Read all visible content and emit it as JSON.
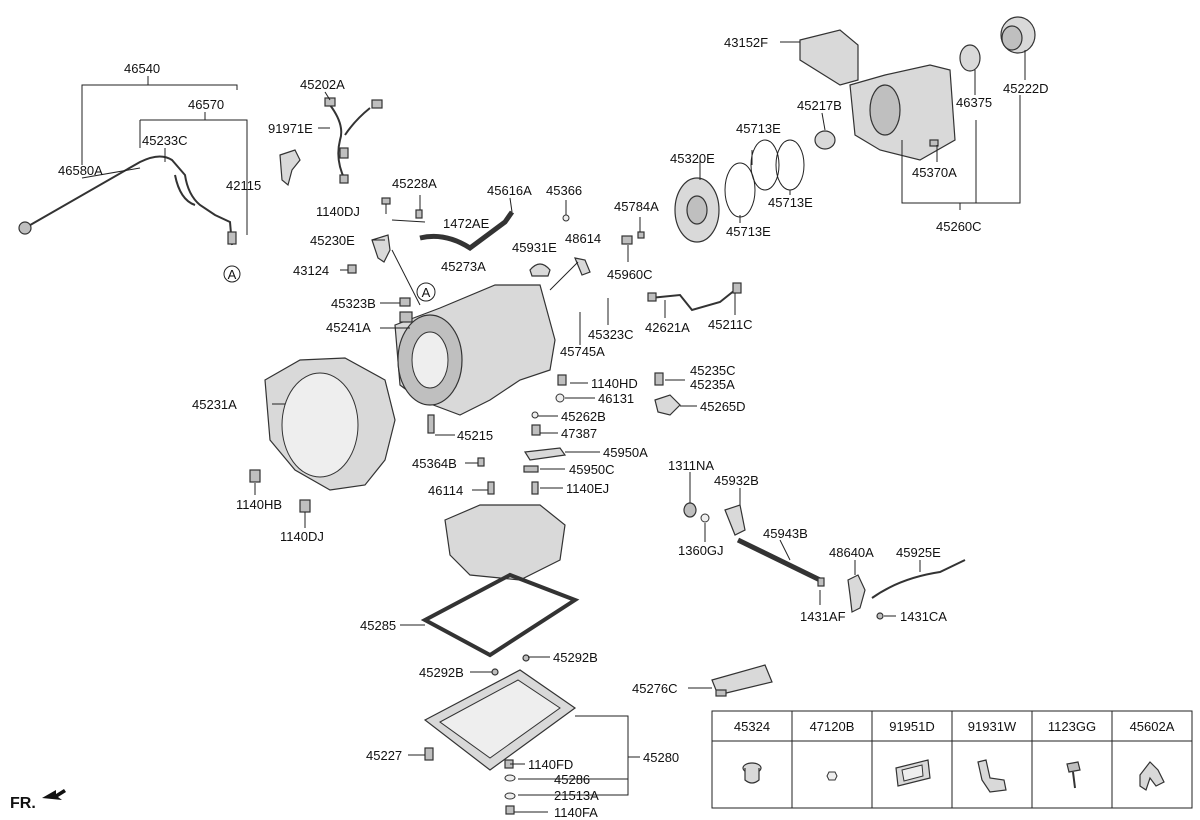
{
  "parts": [
    {
      "id": "p46540",
      "label": "46540"
    },
    {
      "id": "p46570",
      "label": "46570"
    },
    {
      "id": "p45233C",
      "label": "45233C"
    },
    {
      "id": "p46580A",
      "label": "46580A"
    },
    {
      "id": "p42115",
      "label": "42115"
    },
    {
      "id": "p45202A",
      "label": "45202A"
    },
    {
      "id": "p91971E",
      "label": "91971E"
    },
    {
      "id": "p45228A",
      "label": "45228A"
    },
    {
      "id": "p1140DJ_top",
      "label": "1140DJ"
    },
    {
      "id": "p1472AE",
      "label": "1472AE"
    },
    {
      "id": "p45616A",
      "label": "45616A"
    },
    {
      "id": "p45366",
      "label": "45366"
    },
    {
      "id": "p45230E",
      "label": "45230E"
    },
    {
      "id": "p45273A",
      "label": "45273A"
    },
    {
      "id": "p43124",
      "label": "43124"
    },
    {
      "id": "p45931E",
      "label": "45931E"
    },
    {
      "id": "p48614",
      "label": "48614"
    },
    {
      "id": "p45784A",
      "label": "45784A"
    },
    {
      "id": "p45960C",
      "label": "45960C"
    },
    {
      "id": "p45320E",
      "label": "45320E"
    },
    {
      "id": "p45713E_a",
      "label": "45713E"
    },
    {
      "id": "p45713E_b",
      "label": "45713E"
    },
    {
      "id": "p45713E_c",
      "label": "45713E"
    },
    {
      "id": "p43152F",
      "label": "43152F"
    },
    {
      "id": "p45217B",
      "label": "45217B"
    },
    {
      "id": "p46375",
      "label": "46375"
    },
    {
      "id": "p45222D",
      "label": "45222D"
    },
    {
      "id": "p45370A",
      "label": "45370A"
    },
    {
      "id": "p45260C",
      "label": "45260C"
    },
    {
      "id": "p45323B",
      "label": "45323B"
    },
    {
      "id": "p45241A",
      "label": "45241A"
    },
    {
      "id": "p45323C",
      "label": "45323C"
    },
    {
      "id": "p45745A",
      "label": "45745A"
    },
    {
      "id": "p42621A",
      "label": "42621A"
    },
    {
      "id": "p45211C",
      "label": "45211C"
    },
    {
      "id": "p45235C",
      "label": "45235C"
    },
    {
      "id": "p45235A",
      "label": "45235A"
    },
    {
      "id": "p1140HD",
      "label": "1140HD"
    },
    {
      "id": "p46131",
      "label": "46131"
    },
    {
      "id": "p45265D",
      "label": "45265D"
    },
    {
      "id": "p45262B",
      "label": "45262B"
    },
    {
      "id": "p47387",
      "label": "47387"
    },
    {
      "id": "p45231A",
      "label": "45231A"
    },
    {
      "id": "p45215",
      "label": "45215"
    },
    {
      "id": "p45364B",
      "label": "45364B"
    },
    {
      "id": "p45950A",
      "label": "45950A"
    },
    {
      "id": "p45950C",
      "label": "45950C"
    },
    {
      "id": "p46114",
      "label": "46114"
    },
    {
      "id": "p1140EJ",
      "label": "1140EJ"
    },
    {
      "id": "p1140HB",
      "label": "1140HB"
    },
    {
      "id": "p1140DJ_bot",
      "label": "1140DJ"
    },
    {
      "id": "p1311NA",
      "label": "1311NA"
    },
    {
      "id": "p45932B",
      "label": "45932B"
    },
    {
      "id": "p1360GJ",
      "label": "1360GJ"
    },
    {
      "id": "p45943B",
      "label": "45943B"
    },
    {
      "id": "p48640A",
      "label": "48640A"
    },
    {
      "id": "p45925E",
      "label": "45925E"
    },
    {
      "id": "p1431AF",
      "label": "1431AF"
    },
    {
      "id": "p1431CA",
      "label": "1431CA"
    },
    {
      "id": "p45285",
      "label": "45285"
    },
    {
      "id": "p45292B_l",
      "label": "45292B"
    },
    {
      "id": "p45292B_r",
      "label": "45292B"
    },
    {
      "id": "p45276C",
      "label": "45276C"
    },
    {
      "id": "p45227",
      "label": "45227"
    },
    {
      "id": "p1140FD",
      "label": "1140FD"
    },
    {
      "id": "p45280",
      "label": "45280"
    },
    {
      "id": "p45286",
      "label": "45286"
    },
    {
      "id": "p21513A",
      "label": "21513A"
    },
    {
      "id": "p1140FA",
      "label": "1140FA"
    }
  ],
  "callout_marker": "A",
  "front_indicator": "FR.",
  "legend": {
    "columns": [
      "45324",
      "47120B",
      "91951D",
      "91931W",
      "1123GG",
      "45602A"
    ]
  }
}
